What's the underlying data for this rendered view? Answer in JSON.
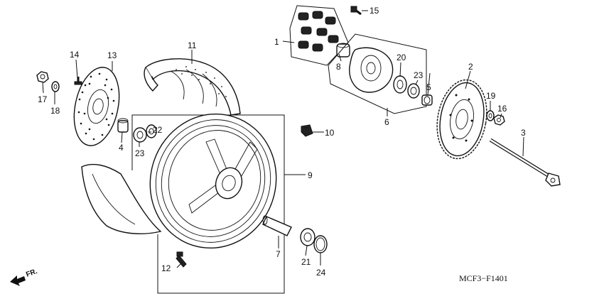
{
  "diagram_code": "MCF3−F1401",
  "direction_label": "FR.",
  "callouts": [
    {
      "id": "c1",
      "label": "1"
    },
    {
      "id": "c2",
      "label": "2"
    },
    {
      "id": "c3",
      "label": "3"
    },
    {
      "id": "c4",
      "label": "4"
    },
    {
      "id": "c5",
      "label": "5"
    },
    {
      "id": "c6",
      "label": "6"
    },
    {
      "id": "c7",
      "label": "7"
    },
    {
      "id": "c8",
      "label": "8"
    },
    {
      "id": "c9",
      "label": "9"
    },
    {
      "id": "c10",
      "label": "10"
    },
    {
      "id": "c11",
      "label": "11"
    },
    {
      "id": "c12",
      "label": "12"
    },
    {
      "id": "c13",
      "label": "13"
    },
    {
      "id": "c14",
      "label": "14"
    },
    {
      "id": "c15",
      "label": "15"
    },
    {
      "id": "c16",
      "label": "16"
    },
    {
      "id": "c17",
      "label": "17"
    },
    {
      "id": "c18",
      "label": "18"
    },
    {
      "id": "c19",
      "label": "19"
    },
    {
      "id": "c20",
      "label": "20"
    },
    {
      "id": "c21",
      "label": "21"
    },
    {
      "id": "c22",
      "label": "22"
    },
    {
      "id": "c23a",
      "label": "23"
    },
    {
      "id": "c23b",
      "label": "23"
    },
    {
      "id": "c24",
      "label": "24"
    }
  ]
}
